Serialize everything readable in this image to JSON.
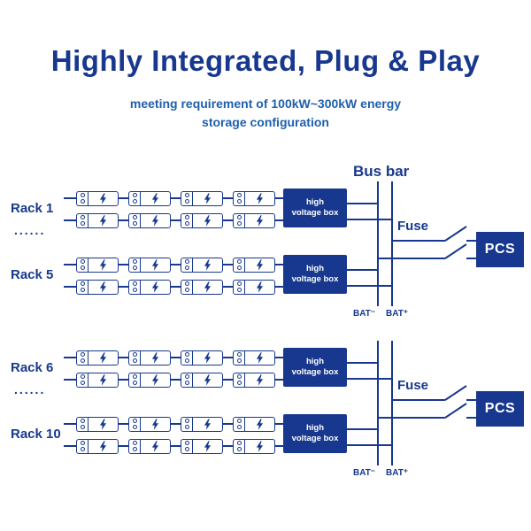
{
  "title": "Highly Integrated, Plug & Play",
  "subtitle": {
    "line1": "meeting requirement of 100kW~300kW energy",
    "line2": "storage configuration"
  },
  "bus_bar_label": "Bus bar",
  "modules_per_row": 4,
  "colors": {
    "navy": "#17388e",
    "subtitle_blue": "#1e5fae",
    "background": "#ffffff"
  },
  "icons": {
    "battery_module": "battery-cells-icon + lightning-bolt-icon"
  },
  "sections": [
    {
      "rack_top_label": "Rack 1",
      "ellipsis": "......",
      "rack_bottom_label": "Rack 5",
      "hv_box_label": "high\nvoltage box",
      "fuse_label": "Fuse",
      "pcs_label": "PCS",
      "bat_minus_label": "BAT⁻",
      "bat_plus_label": "BAT⁺"
    },
    {
      "rack_top_label": "Rack 6",
      "ellipsis": "......",
      "rack_bottom_label": "Rack 10",
      "hv_box_label": "high\nvoltage box",
      "fuse_label": "Fuse",
      "pcs_label": "PCS",
      "bat_minus_label": "BAT⁻",
      "bat_plus_label": "BAT⁺"
    }
  ]
}
